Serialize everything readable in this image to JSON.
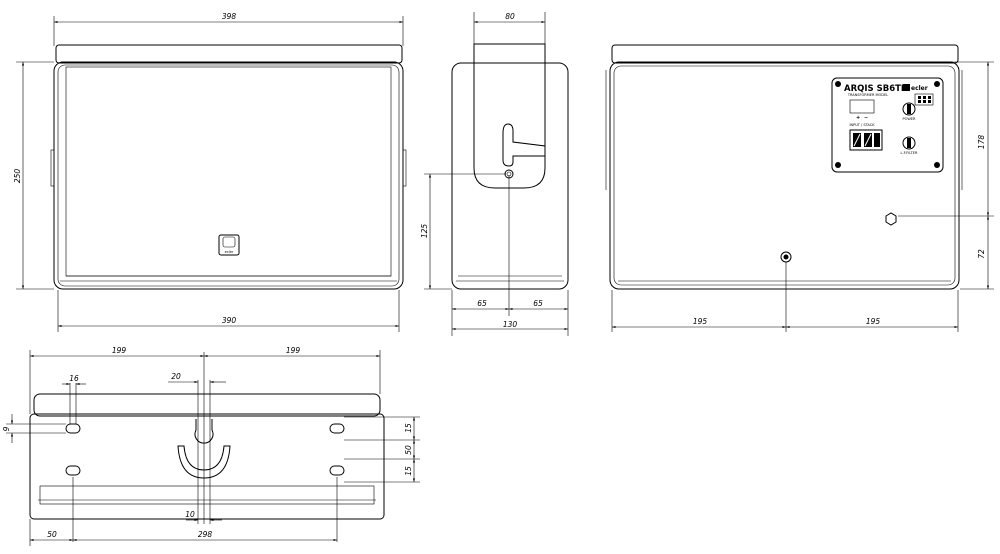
{
  "views": {
    "front": {
      "dim_top": "398",
      "dim_left": "250",
      "dim_bottom": "390",
      "logo_text": "ecler"
    },
    "side": {
      "dim_top": "80",
      "dim_height": "125",
      "dim_left_offset": "65",
      "dim_right_offset": "65",
      "dim_depth": "130"
    },
    "rear": {
      "dim_right_upper": "178",
      "dim_right_lower": "72",
      "dim_bottom_left": "195",
      "dim_bottom_right": "195",
      "panel": {
        "model": "ARQIS SB6TI",
        "brand": "ecler",
        "subtitle": "TRANSFORMER MODEL",
        "power_label": "POWER",
        "input_label": "INPUT / STACK",
        "lf_label": "L.F.FILTER",
        "plus": "+",
        "minus": "−"
      }
    },
    "bracket": {
      "dim_top_left": "199",
      "dim_top_right": "199",
      "dim_slot": "16",
      "dim_keyhole": "20",
      "dim_edge": "9",
      "dim_r1": "15",
      "dim_r2": "50",
      "dim_r3": "15",
      "dim_center": "10",
      "dim_bottom_left": "50",
      "dim_bottom_span": "298"
    }
  }
}
